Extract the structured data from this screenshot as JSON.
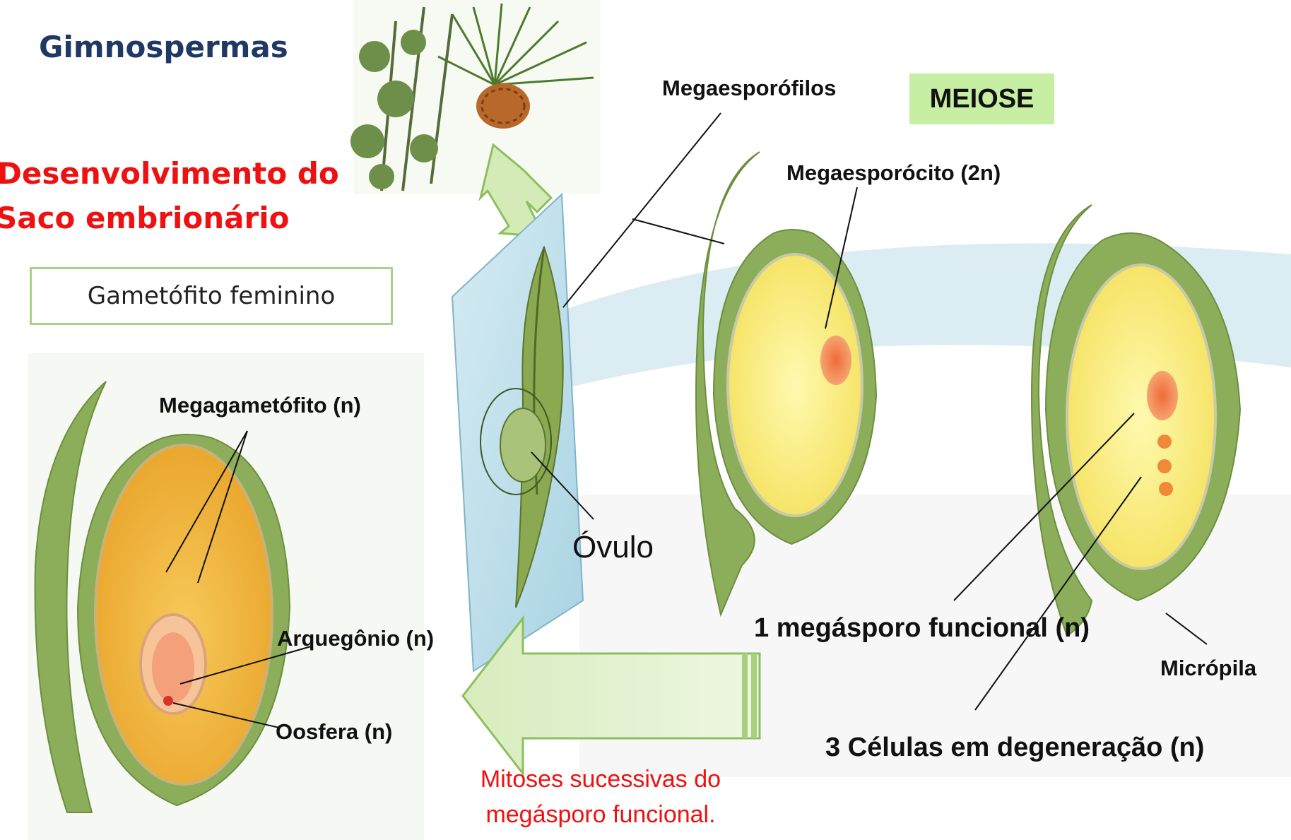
{
  "header": {
    "title": "Gimnospermas",
    "subtitle_line1": "Desenvolvimento do",
    "subtitle_line2": "Saco embrionário"
  },
  "box_label": "Gametófito feminino",
  "meiose_label": "MEIOSE",
  "labels": {
    "megaesporofilos": "Megaesporófilos",
    "megaesporocito": "Megaesporócito (2n)",
    "ovulo": "Óvulo",
    "megagametofito": "Megagametófito (n)",
    "arquegonio": "Arquegônio (n)",
    "oosfera": "Oosfera (n)",
    "megasporo_funcional": "1 megásporo funcional (n)",
    "micropila": "Micrópila",
    "celulas_degeneracao": "3 Células em degeneração (n)"
  },
  "mitoses_line1": "Mitoses sucessivas do",
  "mitoses_line2": "megásporo funcional.",
  "colors": {
    "title": "#1f3864",
    "subtitle": "#ee1111",
    "integument": "#8cae5a",
    "yellow_sac": "#f8ec7a",
    "orange_sac": "#f0b43a",
    "arrow_fill": "#dcedc2",
    "meiose_bg": "#c6efa4"
  }
}
